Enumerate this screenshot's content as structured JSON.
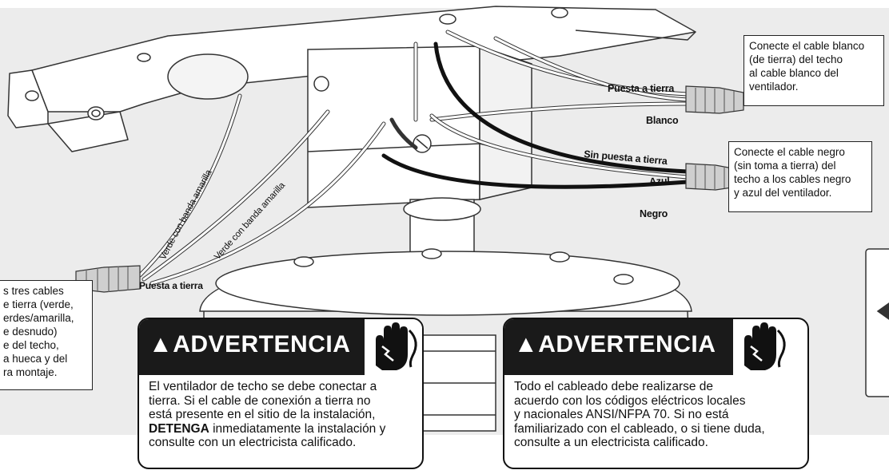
{
  "callouts": {
    "white_wire": [
      "Conecte el cable blanco",
      "(de tierra) del techo",
      "al cable blanco del",
      "ventilador."
    ],
    "black_wire": [
      "Conecte el cable negro",
      "(sin toma a tierra) del",
      "techo a los cables negro",
      "y azul del ventilador."
    ],
    "ground_wires": [
      "s tres cables",
      "e tierra (verde,",
      "erdes/amarilla,",
      "e desnudo)",
      "e del techo,",
      "a hueca y del",
      "ra montaje."
    ]
  },
  "wire_labels": {
    "ground_top": "Puesta a tierra",
    "white": "Blanco",
    "ungrounded": "Sin puesta a tierra",
    "blue": "Azul",
    "black": "Negro",
    "ground_left": "Puesta a tierra",
    "green_yellow_1": "Verde con banda amarilla",
    "green_yellow_2": "Verde con banda amarilla"
  },
  "warnings": {
    "left": {
      "title": "ADVERTENCIA",
      "line1": "El ventilador de techo se debe conectar a",
      "line2": "tierra. Si el cable de conexión a tierra no",
      "line3": "está presente en el sitio de la instalación,",
      "line4_bold": "DETENGA",
      "line4_rest": " inmediatamente la instalación y",
      "line5": "consulte con un electricista calificado."
    },
    "right": {
      "title": "ADVERTENCIA",
      "line1": "Todo el cableado debe realizarse de",
      "line2": "acuerdo con los códigos eléctricos locales",
      "line3": "y nacionales ANSI/NFPA 70.  Si no está",
      "line4": "familiarizado con el cableado, o si tiene duda,",
      "line5": "consulte a un electricista calificado."
    }
  },
  "colors": {
    "background_band": "#ececec",
    "warning_header": "#1a1a1a",
    "outline": "#333333"
  },
  "icons": [
    "warning-triangle-icon",
    "electric-shock-hand-icon",
    "wire-nut-icon"
  ]
}
